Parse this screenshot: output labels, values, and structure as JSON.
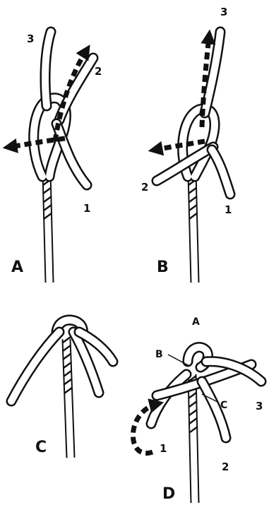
{
  "panels": [
    {
      "id": "A",
      "label": "A",
      "strands": [
        "1",
        "2",
        "3"
      ]
    },
    {
      "id": "B",
      "label": "B",
      "strands": [
        "1",
        "2",
        "3"
      ]
    },
    {
      "id": "C",
      "label": "C",
      "strands": []
    },
    {
      "id": "D",
      "label": "D",
      "strands": [
        "1",
        "2",
        "3"
      ],
      "callouts": [
        "A",
        "B",
        "C"
      ]
    }
  ],
  "colors": {
    "ink": "#111111",
    "background": "#ffffff"
  }
}
